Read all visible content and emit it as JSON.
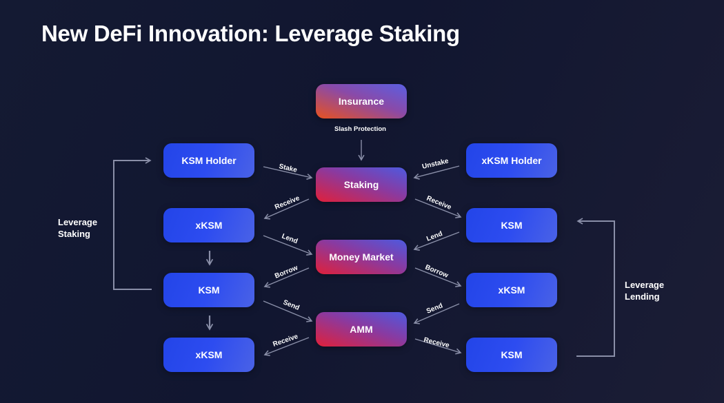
{
  "title": "New DeFi Innovation: Leverage Staking",
  "nodes": {
    "insurance": "Insurance",
    "staking": "Staking",
    "money_market": "Money Market",
    "amm": "AMM",
    "left_ksm_holder": "KSM Holder",
    "left_xksm_1": "xKSM",
    "left_ksm": "KSM",
    "left_xksm_2": "xKSM",
    "right_xksm_holder": "xKSM Holder",
    "right_ksm_1": "KSM",
    "right_xksm": "xKSM",
    "right_ksm_2": "KSM"
  },
  "labels": {
    "slash_protection": "Slash Protection",
    "leverage_staking": "Leverage\nStaking",
    "leverage_lending": "Leverage\nLending"
  },
  "edges": {
    "stake": "Stake",
    "unstake": "Unstake",
    "receive_staking_left": "Receive",
    "receive_staking_right": "Receive",
    "lend_left": "Lend",
    "lend_right": "Lend",
    "borrow_left": "Borrow",
    "borrow_right": "Borrow",
    "send_left": "Send",
    "send_right": "Send",
    "receive_amm_left": "Receive",
    "receive_amm_right": "Receive"
  },
  "colors": {
    "background": "#141a33",
    "blue_node": "#2d4cf0",
    "red_accent": "#e0203a",
    "orange_accent": "#e8521f",
    "arrow": "#8a8fa8"
  }
}
